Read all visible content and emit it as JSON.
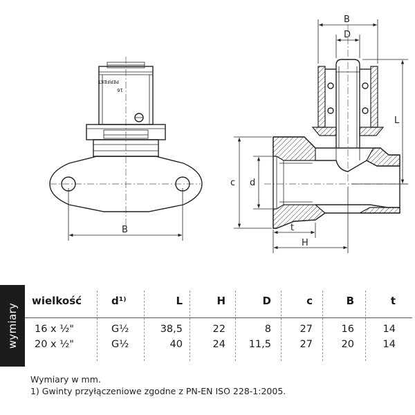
{
  "drawing": {
    "brand_text": "PERFEKT",
    "size_text": "16",
    "dimension_labels": {
      "B_front": "B",
      "B_side": "B",
      "D": "D",
      "L": "L",
      "c": "c",
      "d": "d",
      "t": "t",
      "H": "H"
    }
  },
  "table": {
    "side_label": "wymiary",
    "columns": [
      "wielkość",
      "d¹⁾",
      "L",
      "H",
      "D",
      "c",
      "B",
      "t"
    ],
    "rows": [
      [
        "16 x ½\"",
        "G½",
        "38,5",
        "22",
        "8",
        "27",
        "16",
        "14"
      ],
      [
        "20 x ½\"",
        "G½",
        "40",
        "24",
        "11,5",
        "27",
        "20",
        "14"
      ]
    ]
  },
  "notes": {
    "units": "Wymiary w mm.",
    "footnote": "1) Gwinty przyłączeniowe zgodne z PN-EN ISO 228-1:2005."
  },
  "colors": {
    "tab_background": "#1c1c1c",
    "line": "#222222"
  }
}
